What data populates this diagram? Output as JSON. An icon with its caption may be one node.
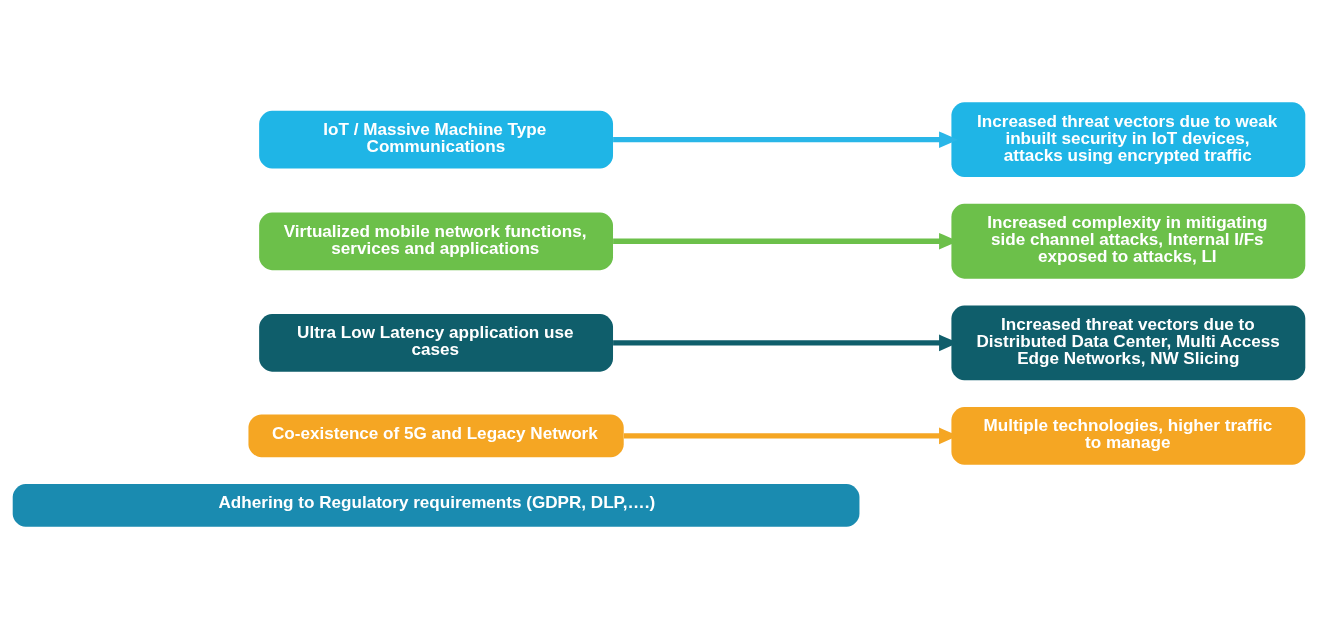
{
  "diagram": {
    "nodes": [
      {
        "text": [
          "IoT / Massive Machine Type Communications"
        ]
      },
      {
        "text": [
          "Increased threat vectors due to weak inbuilt security in IoT devices, attacks using encrypted traffic"
        ]
      },
      {
        "text": [
          "Virtualized mobile network functions, services and applications"
        ]
      },
      {
        "text": [
          "Increased complexity in mitigating side channel attacks, Internal I/Fs exposed to attacks, LI"
        ]
      },
      {
        "text": [
          "Ultra Low Latency application use cases"
        ]
      },
      {
        "text": [
          "Increased threat vectors due to Distributed Data Center, Multi Access Edge Networks, NW Slicing"
        ]
      },
      {
        "text": [
          "Co-existence of 5G and Legacy Network"
        ]
      },
      {
        "text": [
          "Multiple technologies, higher traffic to manage"
        ]
      },
      {
        "text": [
          "Adhering to Regulatory requirements (GDPR, DLP,….)"
        ]
      }
    ],
    "edges": [
      {
        "from": 0,
        "to": 1,
        "arrow": "to",
        "color": "#29b6e8"
      },
      {
        "from": 2,
        "to": 3,
        "arrow": "to",
        "color": "#6cc04a"
      },
      {
        "from": 4,
        "to": 5,
        "arrow": "to",
        "color": "#0f5e6b"
      },
      {
        "from": 6,
        "to": 7,
        "arrow": "to",
        "color": "#f5a623"
      }
    ]
  }
}
